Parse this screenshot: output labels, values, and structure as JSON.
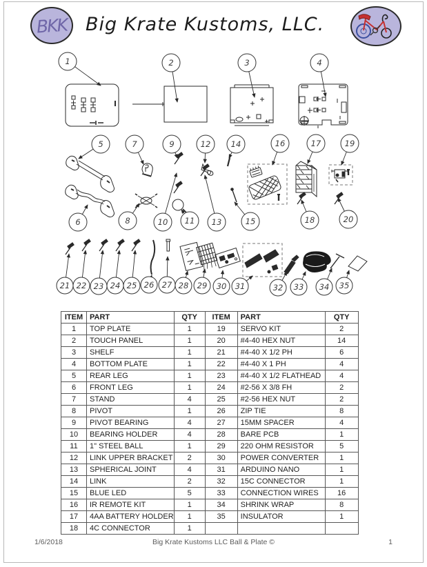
{
  "header": {
    "logo_text": "BKK",
    "logo_icon": "bkk-monogram-icon",
    "company_name": "Big Krate Kustoms, LLC.",
    "bike_icon": "krate-bicycle-icon"
  },
  "colors": {
    "logo_background": "#b9b5dc",
    "logo_letters": "#6f66a8",
    "bike_red": "#c53030",
    "bike_blue": "#3b4fa0",
    "table_border": "#565656",
    "footer_text": "#5a5a5a"
  },
  "diagram": {
    "description": "Exploded parts diagram with numbered balloon callouts",
    "callouts": [
      "1",
      "2",
      "3",
      "4",
      "5",
      "6",
      "7",
      "8",
      "9",
      "10",
      "11",
      "12",
      "13",
      "14",
      "15",
      "16",
      "17",
      "18",
      "19",
      "20",
      "21",
      "22",
      "23",
      "24",
      "25",
      "26",
      "27",
      "28",
      "29",
      "30",
      "31",
      "32",
      "33",
      "34",
      "35"
    ]
  },
  "table": {
    "headers": [
      "ITEM",
      "PART",
      "QTY",
      "ITEM",
      "PART",
      "QTY"
    ],
    "rows": [
      {
        "item_l": "1",
        "part_l": "TOP PLATE",
        "qty_l": "1",
        "item_r": "19",
        "part_r": "SERVO KIT",
        "qty_r": "2"
      },
      {
        "item_l": "2",
        "part_l": "TOUCH PANEL",
        "qty_l": "1",
        "item_r": "20",
        "part_r": "#4-40 HEX NUT",
        "qty_r": "14"
      },
      {
        "item_l": "3",
        "part_l": "SHELF",
        "qty_l": "1",
        "item_r": "21",
        "part_r": "#4-40 X 1/2 PH",
        "qty_r": "6"
      },
      {
        "item_l": "4",
        "part_l": "BOTTOM PLATE",
        "qty_l": "1",
        "item_r": "22",
        "part_r": "#4-40 X 1 PH",
        "qty_r": "4"
      },
      {
        "item_l": "5",
        "part_l": "REAR LEG",
        "qty_l": "1",
        "item_r": "23",
        "part_r": "#4-40 X 1/2 FLATHEAD",
        "qty_r": "4"
      },
      {
        "item_l": "6",
        "part_l": "FRONT LEG",
        "qty_l": "1",
        "item_r": "24",
        "part_r": "#2-56 X 3/8 FH",
        "qty_r": "2"
      },
      {
        "item_l": "7",
        "part_l": "STAND",
        "qty_l": "4",
        "item_r": "25",
        "part_r": "#2-56 HEX NUT",
        "qty_r": "2"
      },
      {
        "item_l": "8",
        "part_l": "PIVOT",
        "qty_l": "1",
        "item_r": "26",
        "part_r": "ZIP TIE",
        "qty_r": "8"
      },
      {
        "item_l": "9",
        "part_l": "PIVOT BEARING",
        "qty_l": "4",
        "item_r": "27",
        "part_r": "15MM SPACER",
        "qty_r": "4"
      },
      {
        "item_l": "10",
        "part_l": "BEARING HOLDER",
        "qty_l": "4",
        "item_r": "28",
        "part_r": "BARE PCB",
        "qty_r": "1"
      },
      {
        "item_l": "11",
        "part_l": "1\" STEEL BALL",
        "qty_l": "1",
        "item_r": "29",
        "part_r": "220 OHM RESISTOR",
        "qty_r": "5"
      },
      {
        "item_l": "12",
        "part_l": "LINK UPPER BRACKET",
        "qty_l": "2",
        "item_r": "30",
        "part_r": "POWER CONVERTER",
        "qty_r": "1"
      },
      {
        "item_l": "13",
        "part_l": "SPHERICAL JOINT",
        "qty_l": "4",
        "item_r": "31",
        "part_r": "ARDUINO NANO",
        "qty_r": "1"
      },
      {
        "item_l": "14",
        "part_l": "LINK",
        "qty_l": "2",
        "item_r": "32",
        "part_r": "15C CONNECTOR",
        "qty_r": "1"
      },
      {
        "item_l": "15",
        "part_l": "BLUE LED",
        "qty_l": "5",
        "item_r": "33",
        "part_r": "CONNECTION WIRES",
        "qty_r": "16"
      },
      {
        "item_l": "16",
        "part_l": "IR REMOTE KIT",
        "qty_l": "1",
        "item_r": "34",
        "part_r": "SHRINK WRAP",
        "qty_r": "8"
      },
      {
        "item_l": "17",
        "part_l": "4AA BATTERY HOLDER",
        "qty_l": "1",
        "item_r": "35",
        "part_r": "INSULATOR",
        "qty_r": "1"
      },
      {
        "item_l": "18",
        "part_l": "4C CONNECTOR",
        "qty_l": "1",
        "item_r": "",
        "part_r": "",
        "qty_r": ""
      }
    ]
  },
  "footer": {
    "date": "1/6/2018",
    "doc_title": "Big Krate Kustoms LLC Ball & Plate ©",
    "page_number": "1"
  }
}
